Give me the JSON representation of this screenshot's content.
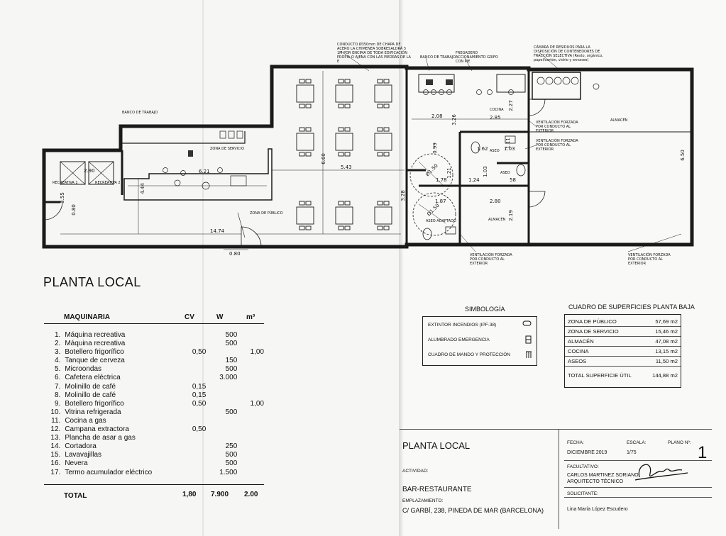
{
  "plan_title": "PLANTA LOCAL",
  "floor_labels": {
    "banco_trabajo_left": "BANCO DE TRABAJO",
    "zona_servicio": "ZONA DE SERVICIO",
    "zona_publico": "ZONA DE PÚBLICO",
    "recreativa_1": "RECREATIVA 1",
    "recreativa_2": "RECREATIVA 2",
    "cocina": "COCINA",
    "almacen_main": "ALMACÉN",
    "almacen_small": "ALMACÉN",
    "aseo_1": "ASEO",
    "aseo_2": "ASEO",
    "aseo_adaptado": "ASEO ADAPTADO",
    "conducto_note": "CONDUCTO Ø350mm DE CHAPA DE ACERO LA CHIMENEA SOBRESALDRÁ 3 1M POR ENCIMA DE TODA EDIFICACIÓN PROPIA O AJENA CON LAS PIEDRAS DE LA E",
    "banco_trabajo_right": "BANCO DE TRABAJO",
    "fregadero_note": "FREGADERO ACCIONAMIENTO GRIFO CON PIE",
    "camara_note": "CÁMARA DE RESIDUOS PARA LA DISPOSICIÓN DE CONTENEDORES DE FRACCIÓN SELECTIVA (Resto, orgánico, papel/cartón, vidrio y envases)",
    "vent_1": "VENTILACIÓN FORZADA POR CONDUCTO AL EXTERIOR",
    "vent_2": "VENTILACIÓN FORZADA POR CONDUCTO AL EXTERIOR",
    "vent_3": "VENTILACIÓN FORZADA POR CONDUCTO AL EXTERIOR",
    "vent_4": "VENTILACIÓN FORZADA POR CONDUCTO AL EXTERIOR"
  },
  "dimensions": {
    "d_2_90": "2.90",
    "d_3_55": "3.55",
    "d_0_80a": "0.80",
    "d_4_44": "4.44",
    "d_6_21": "6.21",
    "d_5_43": "5.43",
    "d_6_60": "6.60",
    "d_14_74": "14.74",
    "d_0_80b": "0.80",
    "d_2_08": "2.08",
    "d_2_85": "2.85",
    "d_3_26": "3.26",
    "d_2_27": "2.27",
    "d_0_99": "0.99",
    "d_1_62": "1.62",
    "d_1_03a": "1.03",
    "d_1_11": "1.11",
    "d_1_21": "1.21",
    "d_1_78": "1.78",
    "d_1_24": "1.24",
    "d_1_03b": "1.03",
    "d_0_58": "58",
    "d_3_28": "3.28",
    "d_1_87": "1.87",
    "d_2_80": "2.80",
    "d_2_19": "2.19",
    "d_6_50": "6.50",
    "d_diam_1": "Ø1.50",
    "d_diam_2": "Ø1.50"
  },
  "maquinaria": {
    "headers": {
      "name": "MAQUINARIA",
      "cv": "CV",
      "w": "W",
      "m3": "m³"
    },
    "rows": [
      {
        "n": "1.",
        "name": "Máquina recreativa",
        "cv": "",
        "w": "500",
        "m3": ""
      },
      {
        "n": "2.",
        "name": "Máquina recreativa",
        "cv": "",
        "w": "500",
        "m3": ""
      },
      {
        "n": "3.",
        "name": "Botellero frigorífico",
        "cv": "0,50",
        "w": "",
        "m3": "1,00"
      },
      {
        "n": "4.",
        "name": "Tanque de cerveza",
        "cv": "",
        "w": "150",
        "m3": ""
      },
      {
        "n": "5.",
        "name": "Microondas",
        "cv": "",
        "w": "500",
        "m3": ""
      },
      {
        "n": "6.",
        "name": "Cafetera eléctrica",
        "cv": "",
        "w": "3.000",
        "m3": ""
      },
      {
        "n": "7.",
        "name": "Molinillo de café",
        "cv": "0,15",
        "w": "",
        "m3": ""
      },
      {
        "n": "8.",
        "name": "Molinillo de café",
        "cv": "0,15",
        "w": "",
        "m3": ""
      },
      {
        "n": "9.",
        "name": "Botellero frigorífico",
        "cv": "0,50",
        "w": "",
        "m3": "1,00"
      },
      {
        "n": "10.",
        "name": "Vitrina refrigerada",
        "cv": "",
        "w": "500",
        "m3": ""
      },
      {
        "n": "11.",
        "name": "Cocina a gas",
        "cv": "",
        "w": "",
        "m3": ""
      },
      {
        "n": "12.",
        "name": "Campana extractora",
        "cv": "0,50",
        "w": "",
        "m3": ""
      },
      {
        "n": "13.",
        "name": "Plancha de asar a gas",
        "cv": "",
        "w": "",
        "m3": ""
      },
      {
        "n": "14.",
        "name": "Cortadora",
        "cv": "",
        "w": "250",
        "m3": ""
      },
      {
        "n": "15.",
        "name": "Lavavajillas",
        "cv": "",
        "w": "500",
        "m3": ""
      },
      {
        "n": "16.",
        "name": "Nevera",
        "cv": "",
        "w": "500",
        "m3": ""
      },
      {
        "n": "17.",
        "name": "Termo acumulador eléctrico",
        "cv": "",
        "w": "1.500",
        "m3": ""
      }
    ],
    "total": {
      "label": "TOTAL",
      "cv": "1,80",
      "w": "7.900",
      "m3": "2.00"
    }
  },
  "simbologia": {
    "title": "SIMBOLOGÍA",
    "items": [
      {
        "label": "EXTINTOR INCENDIOS (IPF-38)",
        "icon": "extinguisher-icon"
      },
      {
        "label": "ALUMBRADO EMERGENCIA",
        "icon": "emergency-light-icon"
      },
      {
        "label": "CUADRO DE MANDO Y PROTECCIÓN",
        "icon": "control-panel-icon"
      }
    ]
  },
  "superficies": {
    "title": "CUADRO DE SUPERFICIES PLANTA BAJA",
    "rows": [
      {
        "name": "ZONA DE PÚBLICO",
        "value": "57,69 m2"
      },
      {
        "name": "ZONA DE SERVICIO",
        "value": "15,46 m2"
      },
      {
        "name": "ALMACÉN",
        "value": "47,08 m2"
      },
      {
        "name": "COCINA",
        "value": "13,15 m2"
      },
      {
        "name": "ASEOS",
        "value": "11,50 m2"
      }
    ],
    "total": {
      "name": "TOTAL SUPERFICIE ÚTIL",
      "value": "144,88 m2"
    }
  },
  "title_block": {
    "plan_label": "PLANTA LOCAL",
    "actividad_label": "ACTIVIDAD:",
    "actividad_value": "BAR-RESTAURANTE",
    "emplazamiento_label": "EMPLAZAMIENTO:",
    "emplazamiento_value": "C/ GARBÍ, 238, PINEDA DE MAR (BARCELONA)",
    "fecha_label": "FECHA:",
    "fecha_value": "DICIEMBRE 2019",
    "escala_label": "ESCALA:",
    "escala_value": "1/75",
    "plano_label": "PLANO Nº:",
    "plano_value": "1",
    "facultativo_label": "FACULTATIVO:",
    "facultativo_value_1": "CARLOS MARTINEZ SORIANO",
    "facultativo_value_2": "ARQUITECTO TÉCNICO",
    "solicitante_label": "SOLICITANTE:",
    "solicitante_value": "Lina María López Escudero"
  }
}
